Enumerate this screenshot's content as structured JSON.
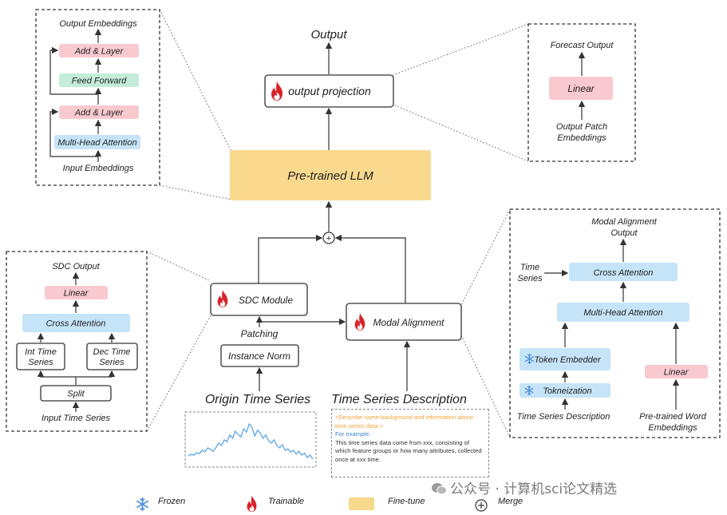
{
  "top": {
    "output": "Output",
    "output_projection": "output projection",
    "llm": "Pre-trained LLM"
  },
  "transformer_block": {
    "output_embeddings": "Output Embeddings",
    "add_layer_top": "Add & Layer",
    "feed_forward": "Feed Forward",
    "add_layer_bottom": "Add & Layer",
    "multi_head_attention": "Multi-Head Attention",
    "input_embeddings": "Input Embeddings"
  },
  "forecast_block": {
    "forecast_output": "Forecast Output",
    "linear": "Linear",
    "output_patch_line1": "Output Patch",
    "output_patch_line2": "Embeddings"
  },
  "sdc_detail": {
    "sdc_output": "SDC Output",
    "linear": "Linear",
    "cross_attention": "Cross Attention",
    "int_line1": "Int Time",
    "int_line2": "Series",
    "dec_line1": "Dec Time",
    "dec_line2": "Series",
    "split": "Split",
    "input_time_series": "Input Time Series"
  },
  "middle": {
    "sdc_module": "SDC Module",
    "modal_alignment": "Modal Alignment",
    "patching": "Patching",
    "instance_norm": "Instance Norm",
    "origin_time_series": "Origin Time Series",
    "time_series_description": "Time Series Description",
    "merge_symbol": "+"
  },
  "description_box": {
    "hint": "<Describe some background and information about time series data.>",
    "example_label": "For example:",
    "body": "This time series data come from xxx, consisting of which feature groups or how many attributes, collected once at xxx time."
  },
  "modal_detail": {
    "output_line1": "Modal Alignment",
    "output_line2": "Output",
    "time_line1": "Time",
    "time_line2": "Series",
    "cross_attention": "Cross Attention",
    "multi_head_attention": "Multi-Head Attention",
    "token_embedder": "Token Embedder",
    "tokenization": "Tokneization",
    "linear": "Linear",
    "tsd_label": "Time Series Description",
    "pwe_line1": "Pre-trained Word",
    "pwe_line2": "Embeddings"
  },
  "legend": {
    "frozen": "Frozen",
    "trainable": "Trainable",
    "finetune": "Fine-tune",
    "merge": "Merge"
  },
  "watermark": "公众号 · 计算机sci论文精选",
  "colors": {
    "pink": "#f8c9cf",
    "blue": "#c6e4f8",
    "green": "#c4ecd9",
    "yellow": "#f9d98e",
    "flame": "#d9232b",
    "snow": "#4a8fd8",
    "series_line": "#5aa6e6",
    "hint_orange": "#f0a43a",
    "example_blue": "#3a86d6"
  },
  "icons": {
    "trainable": "flame-icon",
    "frozen": "snowflake-icon",
    "merge": "circled-plus-icon"
  },
  "series": [
    0.18,
    0.22,
    0.2,
    0.25,
    0.23,
    0.3,
    0.27,
    0.35,
    0.32,
    0.28,
    0.36,
    0.45,
    0.4,
    0.52,
    0.48,
    0.62,
    0.55,
    0.7,
    0.63,
    0.58,
    0.75,
    0.68,
    0.85,
    0.78,
    0.6,
    0.72,
    0.66,
    0.55,
    0.62,
    0.5,
    0.45,
    0.52,
    0.4,
    0.35,
    0.42,
    0.3,
    0.33,
    0.26,
    0.3,
    0.22,
    0.28,
    0.2,
    0.24,
    0.15,
    0.2,
    0.12
  ]
}
